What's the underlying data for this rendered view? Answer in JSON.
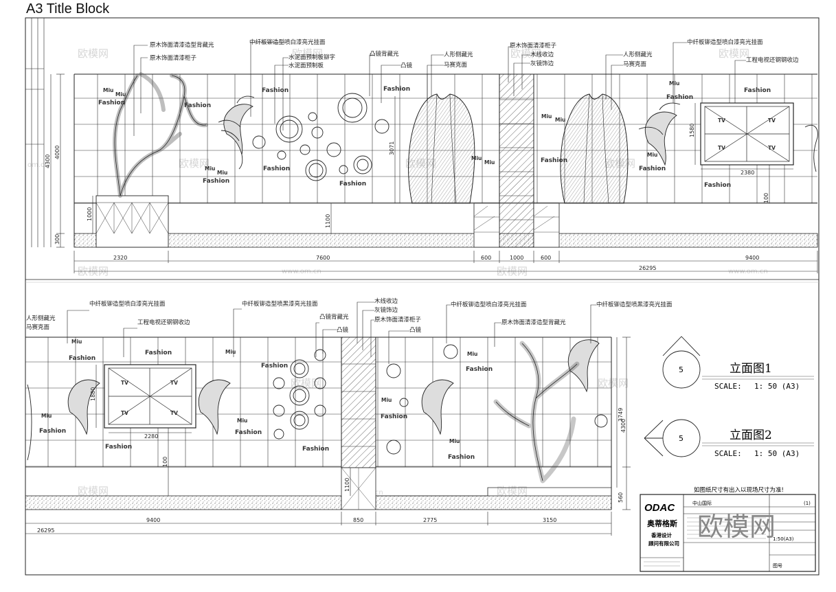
{
  "title": "A3 Title Block",
  "watermark": {
    "brand": "欧模网",
    "url": "www.om.cn",
    "corner_brand": "欧模网",
    "fragment": "om.cn"
  },
  "top_elevation": {
    "left_labels": [
      "原木饰面清漆造型背藏光",
      "原木饰面清漆柜子"
    ],
    "labels": [
      "中纤板铆造型喷白漆亮光挂面",
      "水泥面预制板铆字",
      "水泥面预制板",
      "凸镜背藏光",
      "凸镜",
      "人形侧藏光",
      "马赛克面",
      "原木饰面清漆柜子",
      "木线收边",
      "灰镜饰边",
      "人形侧藏光",
      "马赛克面",
      "中纤板铆造型喷白漆亮光挂面",
      "工程电视还钢钢收边"
    ],
    "dims_bottom": [
      "2320",
      "7600",
      "600",
      "1000",
      "600",
      "9400"
    ],
    "total": "26295",
    "side_dims": [
      "4000",
      "4300",
      "300",
      "1000",
      "1100",
      "3071",
      "1580",
      "2380",
      "100"
    ]
  },
  "bottom_elevation": {
    "labels": [
      "人形侧藏光",
      "马赛克面",
      "中纤板铆造型喷白漆亮光挂面",
      "工程电视还钢钢收边",
      "中纤板铆造型喷黑漆亮光挂面",
      "凸镜背藏光",
      "凸镜",
      "木线收边",
      "灰镜饰边",
      "原木饰面清漆柜子",
      "凸镜",
      "中纤板铆造型喷白漆亮光挂面",
      "原木饰面清漆造型背藏光",
      "中纤板铆造型喷黑漆亮光挂面"
    ],
    "dims_bottom": [
      "9400",
      "850",
      "2775",
      "3150"
    ],
    "total": "26295",
    "side_dims": [
      "3749",
      "4300",
      "560",
      "1100",
      "1880",
      "2280",
      "100"
    ]
  },
  "legend": [
    {
      "number": "5",
      "title": "立面图1",
      "scale_label": "SCALE:",
      "scale": "1: 50 (A3)"
    },
    {
      "number": "5",
      "title": "立面图2",
      "scale_label": "SCALE:",
      "scale": "1: 50 (A3)"
    }
  ],
  "title_block": {
    "note": "如图纸尺寸有出入以现场尺寸为准!",
    "logo": "ODAC",
    "company_cn": "奥蒂格斯",
    "company_sub1": "香港设计",
    "company_sub2": "顾问有限公司",
    "project": "中山国际",
    "drawing_no": "(1)",
    "scale": "1:50(A3)",
    "sheet": "图号"
  },
  "words": {
    "fashion": "Fashion",
    "miu": "Miu",
    "tv": "TV"
  }
}
